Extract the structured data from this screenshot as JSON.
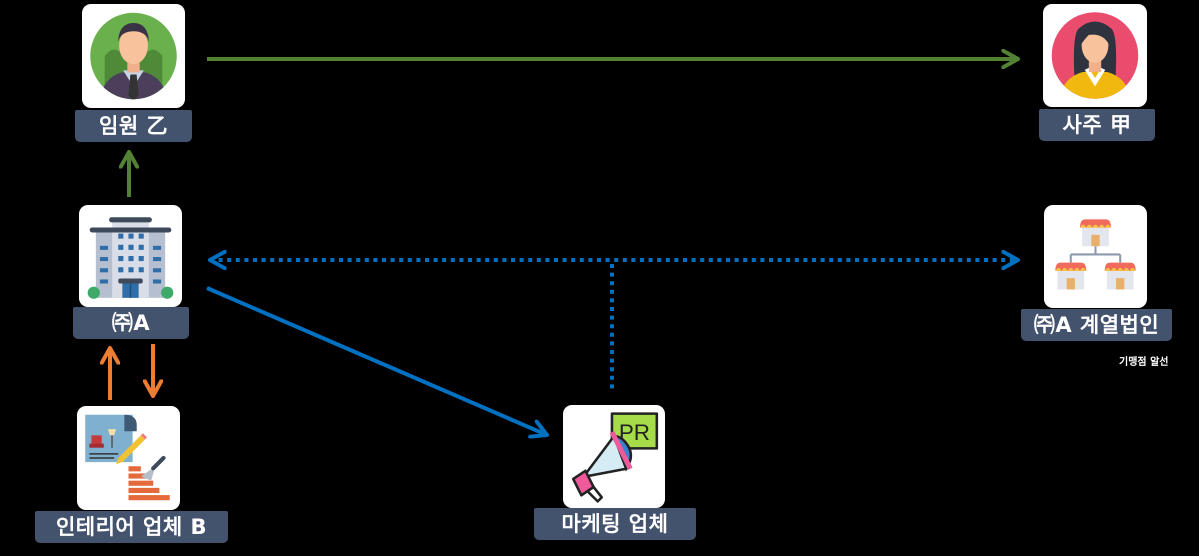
{
  "nodes": {
    "executive": {
      "label": "임원 乙",
      "icon": "businessman-avatar-icon"
    },
    "owner": {
      "label": "사주 甲",
      "icon": "businesswoman-avatar-icon"
    },
    "company_a": {
      "label": "㈜A",
      "icon": "office-building-icon"
    },
    "affiliate": {
      "label": "㈜A 계열법인",
      "icon": "franchise-stores-icon",
      "note": "기맹점 알선"
    },
    "interior_vendor": {
      "label": "인테리어 업체 B",
      "icon": "interior-construction-icon"
    },
    "marketing_vendor": {
      "label": "마케팅 업체",
      "icon": "pr-megaphone-icon"
    }
  },
  "edges": [
    {
      "from": "executive",
      "to": "owner",
      "style": "solid",
      "color": "#548235"
    },
    {
      "from": "company_a",
      "to": "executive",
      "style": "solid",
      "color": "#548235"
    },
    {
      "from": "interior_vendor",
      "to": "company_a",
      "style": "solid",
      "color": "#ed7d31"
    },
    {
      "from": "company_a",
      "to": "interior_vendor",
      "style": "solid",
      "color": "#ed7d31"
    },
    {
      "from": "company_a",
      "to": "marketing_vendor",
      "style": "solid",
      "color": "#0070c0"
    },
    {
      "from": "company_a",
      "to": "affiliate",
      "style": "dotted-bidirectional",
      "color": "#0070c0"
    },
    {
      "from": "marketing_vendor",
      "to": "company_a-affiliate-link",
      "style": "dotted",
      "color": "#0070c0"
    }
  ],
  "colors": {
    "background": "#000000",
    "label_bg": "#44536d",
    "green_arrow": "#548235",
    "orange_arrow": "#ed7d31",
    "blue_arrow": "#0070c0"
  }
}
